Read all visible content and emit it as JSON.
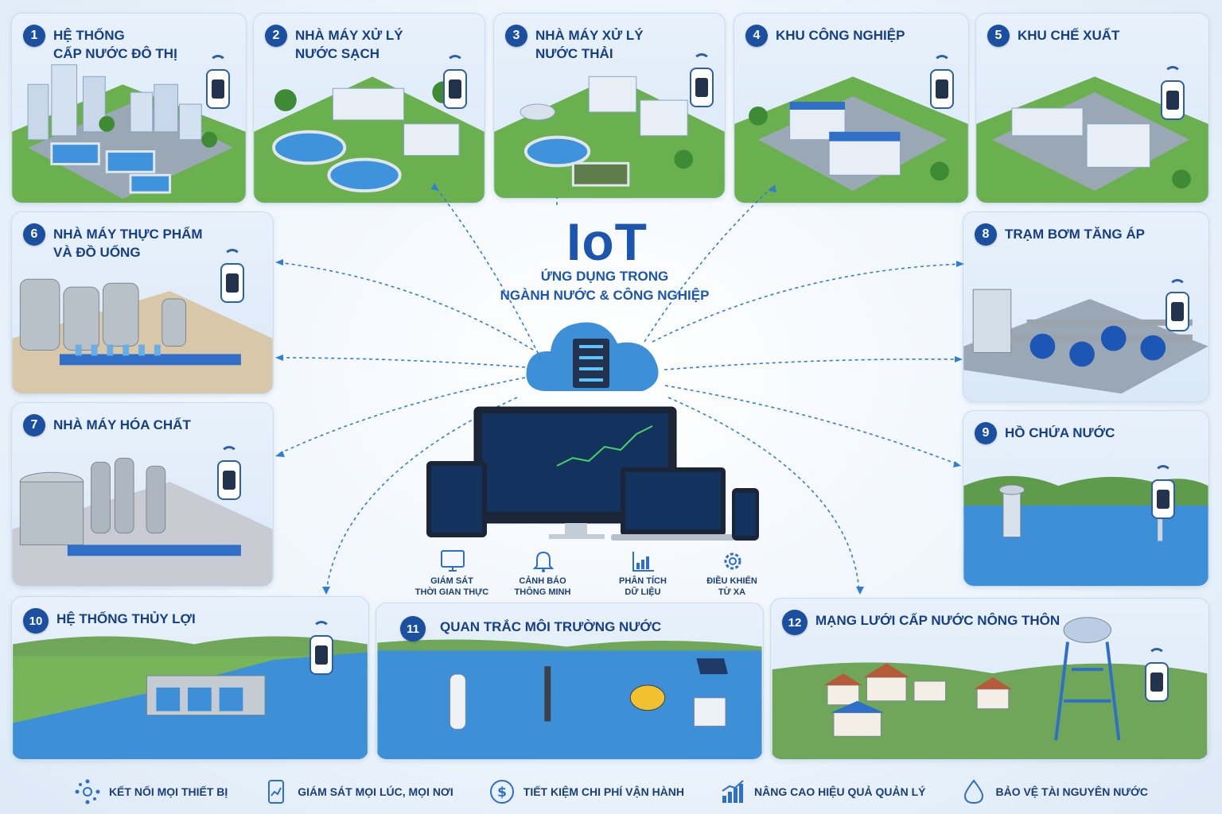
{
  "center": {
    "title": "IoT",
    "subtitle_line1": "ỨNG DỤNG TRONG",
    "subtitle_line2": "NGÀNH NƯỚC & CÔNG NGHIỆP"
  },
  "panels": [
    {
      "num": "1",
      "title_line1": "HỆ THỐNG",
      "title_line2": "CẤP NƯỚC ĐÔ THỊ"
    },
    {
      "num": "2",
      "title_line1": "NHÀ MÁY XỬ LÝ",
      "title_line2": "NƯỚC SẠCH"
    },
    {
      "num": "3",
      "title_line1": "NHÀ MÁY XỬ LÝ",
      "title_line2": "NƯỚC THẢI"
    },
    {
      "num": "4",
      "title_line1": "KHU CÔNG NGHIỆP",
      "title_line2": ""
    },
    {
      "num": "5",
      "title_line1": "KHU CHẾ XUẤT",
      "title_line2": ""
    },
    {
      "num": "6",
      "title_line1": "NHÀ MÁY THỰC PHẨM",
      "title_line2": "VÀ ĐỒ UỐNG"
    },
    {
      "num": "7",
      "title_line1": "NHÀ MÁY HÓA CHẤT",
      "title_line2": ""
    },
    {
      "num": "8",
      "title_line1": "TRẠM BƠM TĂNG ÁP",
      "title_line2": ""
    },
    {
      "num": "9",
      "title_line1": "HỒ CHỨA NƯỚC",
      "title_line2": ""
    },
    {
      "num": "10",
      "title_line1": "HỆ THỐNG THỦY LỢI",
      "title_line2": ""
    },
    {
      "num": "11",
      "title_line1": "QUAN TRẮC MÔI TRƯỜNG NƯỚC",
      "title_line2": ""
    },
    {
      "num": "12",
      "title_line1": "MẠNG LƯỚI CẤP NƯỚC NÔNG THÔN",
      "title_line2": ""
    }
  ],
  "capabilities": [
    {
      "line1": "GIÁM SÁT",
      "line2": "THỜI GIAN THỰC",
      "icon": "monitor-icon"
    },
    {
      "line1": "CẢNH BÁO",
      "line2": "THÔNG MINH",
      "icon": "bell-icon"
    },
    {
      "line1": "PHÂN TÍCH",
      "line2": "DỮ LIỆU",
      "icon": "chart-icon"
    },
    {
      "line1": "ĐIỀU KHIỂN",
      "line2": "TỪ XA",
      "icon": "gear-icon"
    }
  ],
  "benefits": [
    {
      "label": "KẾT NỐI MỌI THIẾT BỊ",
      "icon": "network-icon"
    },
    {
      "label": "GIÁM SÁT MỌI LÚC, MỌI NƠI",
      "icon": "mobile-chart-icon"
    },
    {
      "label": "TIẾT KIỆM CHI PHÍ VẬN HÀNH",
      "icon": "dollar-icon"
    },
    {
      "label": "NÂNG CAO HIỆU QUẢ QUẢN LÝ",
      "icon": "growth-chart-icon"
    },
    {
      "label": "BẢO VỆ TÀI NGUYÊN NƯỚC",
      "icon": "water-drop-icon"
    }
  ],
  "colors": {
    "primary": "#1b4fa0",
    "accent": "#2f7fd0",
    "grass": "#5ea845",
    "water": "#3d8fd8"
  }
}
